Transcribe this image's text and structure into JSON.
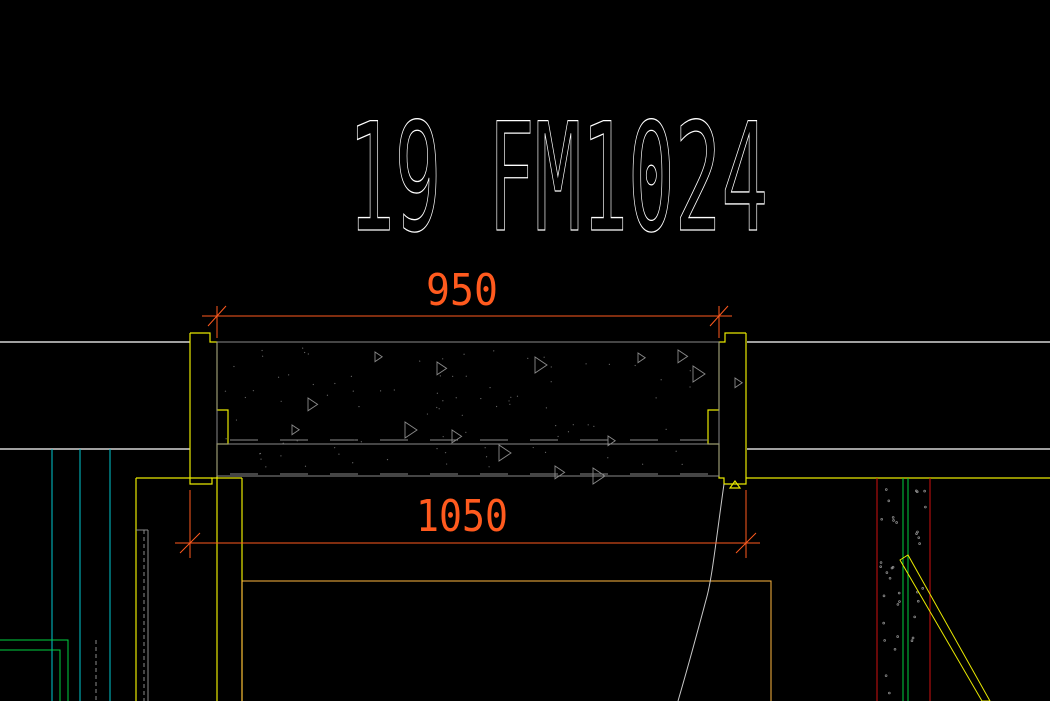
{
  "drawing": {
    "label": "19 FM1024",
    "dimensions": {
      "top": "950",
      "bottom": "1050"
    }
  },
  "colors": {
    "background": "#000000",
    "wall": "#ffffff",
    "frame": "#e8e800",
    "dimension": "#ff5a1e",
    "door_fill": "#8a8a8a",
    "cyan": "#00c8d0",
    "green": "#00d040",
    "red": "#d01010",
    "brown": "#c07020",
    "orange_frame": "#ffb840",
    "gray_line": "#c8c8c8"
  }
}
